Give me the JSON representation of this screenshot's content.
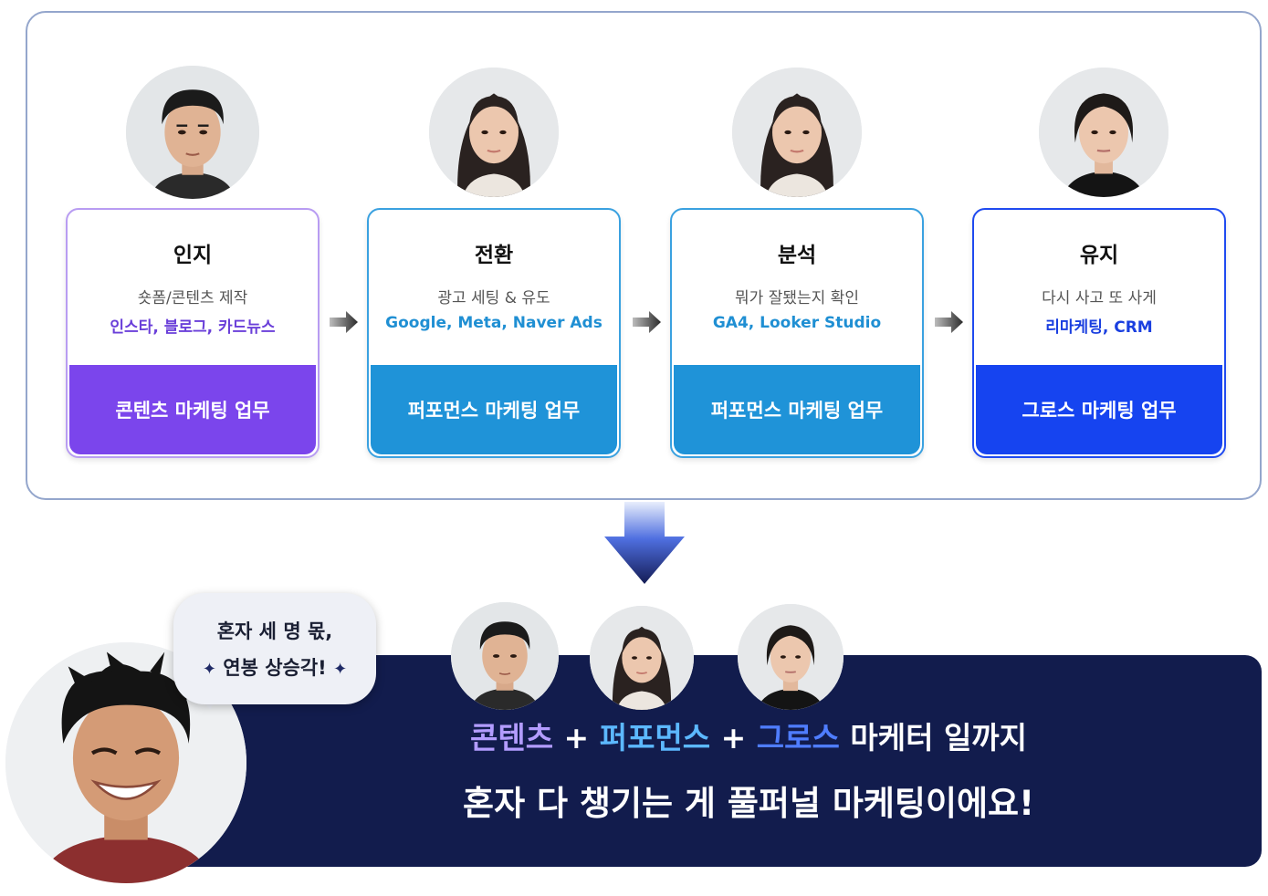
{
  "funnel": [
    {
      "stage": "인지",
      "task": "숏폼/콘텐츠 제작",
      "tools": "인스타, 블로그, 카드뉴스",
      "role": "콘텐츠 마케팅 업무",
      "accent": "#7b45ec",
      "border": "#b89cf2",
      "tools_color": "#6a3fd9"
    },
    {
      "stage": "전환",
      "task": "광고 세팅 & 유도",
      "tools": "Google, Meta, Naver Ads",
      "role": "퍼포먼스 마케팅 업무",
      "accent": "#1f93d8",
      "border": "#3aa1e0",
      "tools_color": "#1f8fd3"
    },
    {
      "stage": "분석",
      "task": "뭐가 잘됐는지 확인",
      "tools": "GA4, Looker Studio",
      "role": "퍼포먼스 마케팅 업무",
      "accent": "#1f93d8",
      "border": "#3aa1e0",
      "tools_color": "#1f8fd3"
    },
    {
      "stage": "유지",
      "task": "다시 사고 또 사게",
      "tools": "리마케팅, CRM",
      "role": "그로스 마케팅 업무",
      "accent": "#1644f0",
      "border": "#1f4af0",
      "tools_color": "#1a3fe0"
    }
  ],
  "summary": {
    "content_label": "콘텐츠",
    "plus1": " + ",
    "performance_label": "퍼포먼스",
    "plus2": " + ",
    "growth_label": "그로스",
    "rest": " 마케터 일까지",
    "line2": "혼자 다 챙기는 게 풀퍼널 마케팅이에요!",
    "colors": {
      "content": "#b39cff",
      "performance": "#5cb8ff",
      "growth": "#4f7dff"
    }
  },
  "bubble": {
    "line1": "혼자 세 명 몫,",
    "line2": "연봉 상승각!",
    "sparkle_icon": "✦"
  },
  "icons": {
    "flow_arrow": "arrow-right-icon",
    "down_arrow": "arrow-down-icon"
  }
}
